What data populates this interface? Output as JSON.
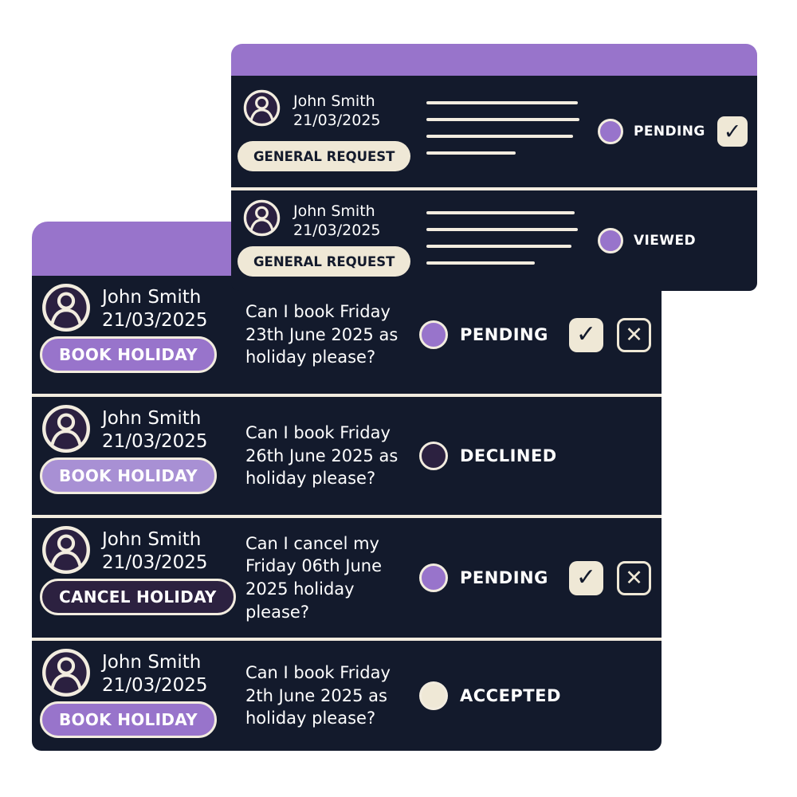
{
  "icons": {
    "check": "✓",
    "cross": "✕"
  },
  "colors": {
    "header_purple": "#9874cb",
    "panel_dark": "#131a2c",
    "cream": "#efe8d6",
    "outline_cream": "#f2ecdf",
    "dark_purple": "#2c2140",
    "status_pending": "#9874cb",
    "status_viewed": "#9874cb",
    "status_declined": "#2c2140",
    "status_accepted": "#efe8d6",
    "text_light": "#ffffff"
  },
  "back_card": {
    "rows": [
      {
        "name": "John Smith",
        "date": "21/03/2025",
        "tag": "GENERAL REQUEST",
        "status_label": "PENDING"
      },
      {
        "name": "John Smith",
        "date": "21/03/2025",
        "tag": "GENERAL REQUEST",
        "status_label": "VIEWED"
      }
    ]
  },
  "front_card": {
    "rows": [
      {
        "name": "John Smith",
        "date": "21/03/2025",
        "tag": "BOOK HOLIDAY",
        "tag_style": "purple",
        "message": "Can I book Friday 23th June 2025 as holiday please?",
        "status_label": "PENDING",
        "status_style": "pending"
      },
      {
        "name": "John Smith",
        "date": "21/03/2025",
        "tag": "BOOK HOLIDAY",
        "tag_style": "purple-light",
        "message": "Can I book Friday 26th June 2025 as holiday please?",
        "status_label": "DECLINED",
        "status_style": "declined"
      },
      {
        "name": "John Smith",
        "date": "21/03/2025",
        "tag": "CANCEL HOLIDAY",
        "tag_style": "dark",
        "message": "Can I cancel my Friday 06th June 2025 holiday please?",
        "status_label": "PENDING",
        "status_style": "pending"
      },
      {
        "name": "John Smith",
        "date": "21/03/2025",
        "tag": "BOOK HOLIDAY",
        "tag_style": "purple",
        "message": "Can I book Friday 2th June 2025 as holiday please?",
        "status_label": "ACCEPTED",
        "status_style": "accepted"
      }
    ]
  }
}
